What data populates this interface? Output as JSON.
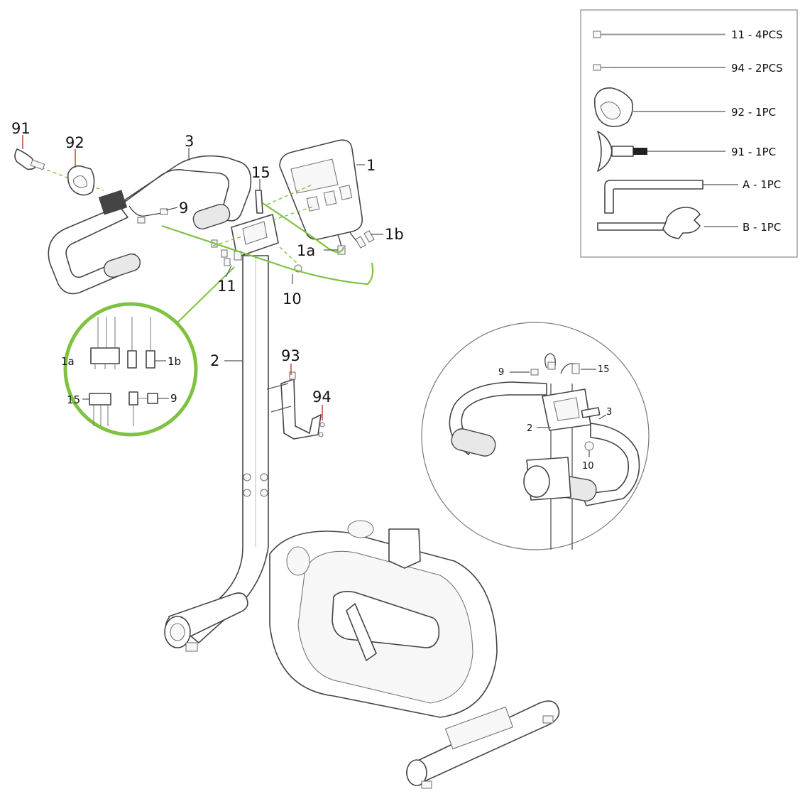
{
  "colors": {
    "accent_green": "#7fc242",
    "callout_red": "#c0392b",
    "line_gray": "#555555"
  },
  "parts_list": [
    {
      "label": "11 - 4PCS",
      "icon": "bolt-long-icon"
    },
    {
      "label": "94 - 2PCS",
      "icon": "bolt-short-icon"
    },
    {
      "label": "92 - 1PC",
      "icon": "bottle-holder-icon"
    },
    {
      "label": "91 - 1PC",
      "icon": "knob-icon"
    },
    {
      "label": "A - 1PC",
      "icon": "allen-key-icon"
    },
    {
      "label": "B - 1PC",
      "icon": "wrench-icon"
    }
  ],
  "callouts": {
    "c91": "91",
    "c92": "92",
    "c3": "3",
    "c15": "15",
    "c1": "1",
    "c9": "9",
    "c1a": "1a",
    "c1b": "1b",
    "c11": "11",
    "c10": "10",
    "c2": "2",
    "c93": "93",
    "c94": "94"
  },
  "detail_connectors": {
    "l1a": "1a",
    "l1b": "1b",
    "l15": "15",
    "l9": "9"
  },
  "detail_assembly": {
    "l9": "9",
    "l15": "15",
    "l2": "2",
    "l3": "3",
    "l10": "10"
  }
}
